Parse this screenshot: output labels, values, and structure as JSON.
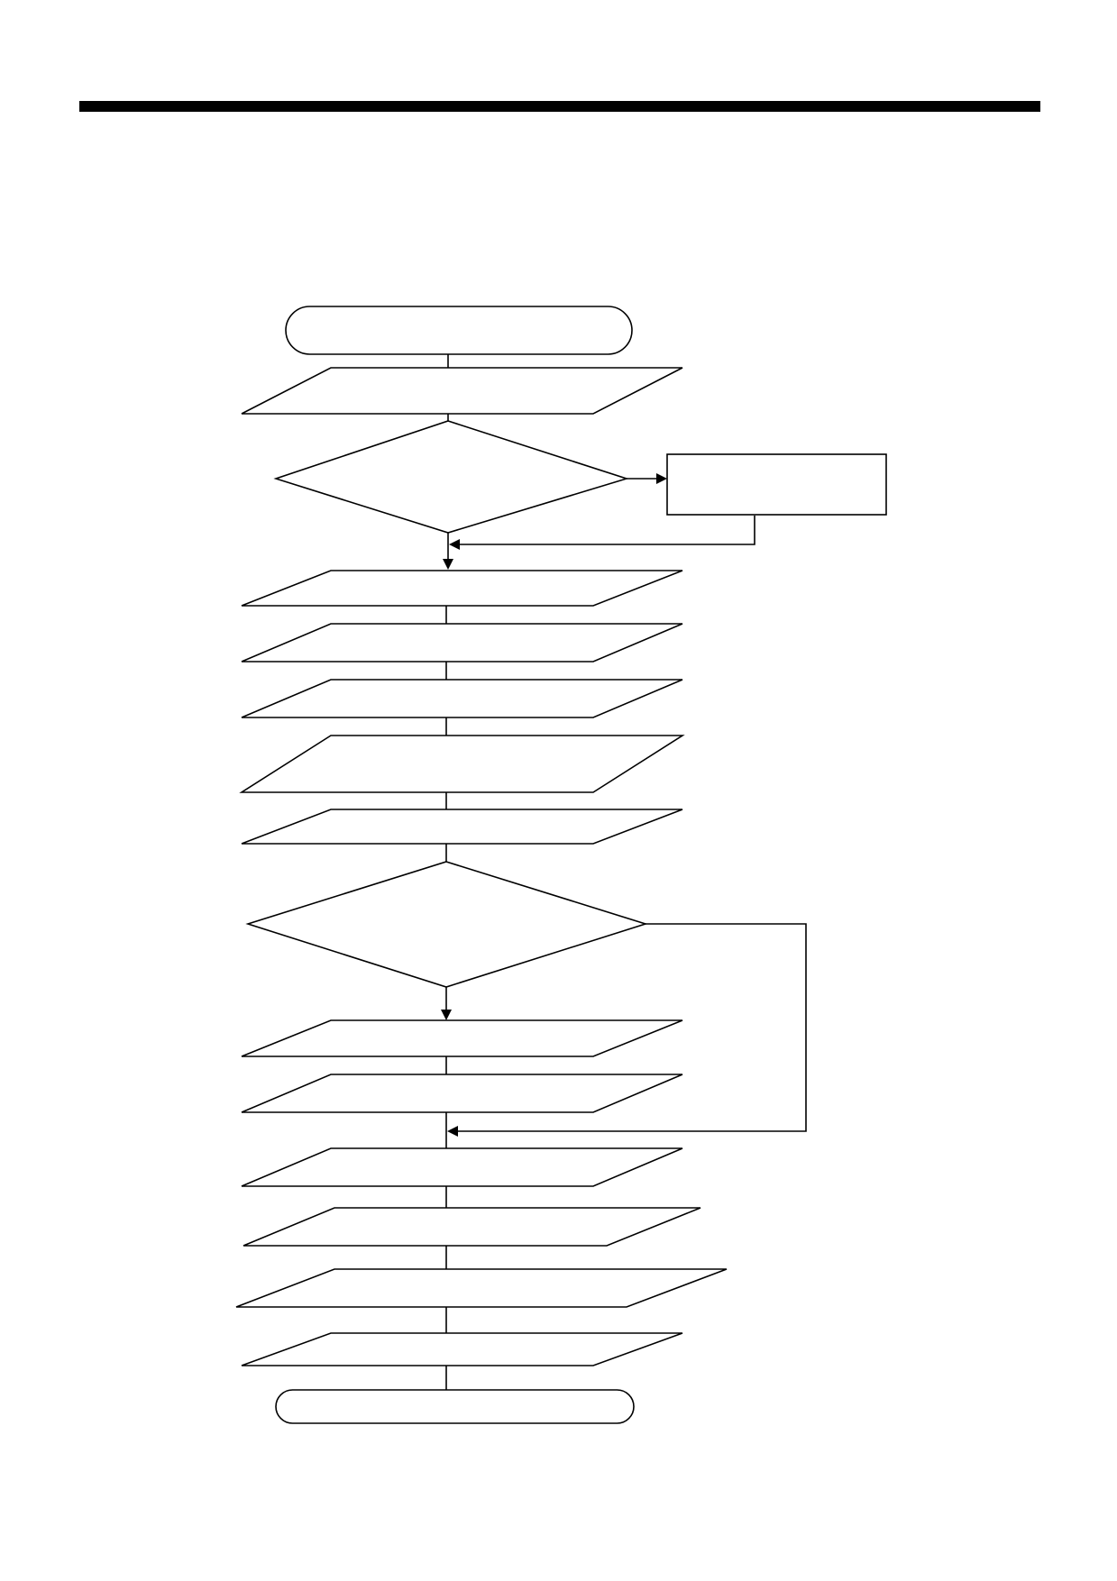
{
  "page": {
    "background": "#ffffff",
    "rule_color": "#000000"
  },
  "flowchart": {
    "start_label": "",
    "end_label": "",
    "steps": [
      {
        "id": "io1",
        "label": ""
      },
      {
        "id": "decision1",
        "label": ""
      },
      {
        "id": "process1",
        "label": ""
      },
      {
        "id": "io2",
        "label": ""
      },
      {
        "id": "io3",
        "label": ""
      },
      {
        "id": "io4",
        "label": ""
      },
      {
        "id": "io5",
        "label": ""
      },
      {
        "id": "io6",
        "label": ""
      },
      {
        "id": "decision2",
        "label": ""
      },
      {
        "id": "io7",
        "label": ""
      },
      {
        "id": "io8",
        "label": ""
      },
      {
        "id": "io9",
        "label": ""
      },
      {
        "id": "io10",
        "label": ""
      },
      {
        "id": "io11",
        "label": ""
      },
      {
        "id": "io12",
        "label": ""
      }
    ]
  }
}
